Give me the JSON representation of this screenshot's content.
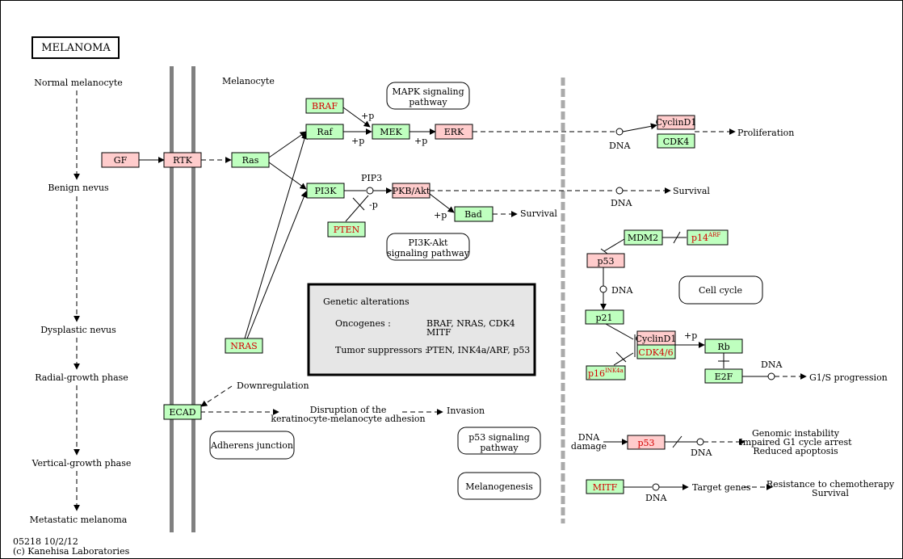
{
  "title": "MELANOMA",
  "footer": {
    "line1": "05218 10/2/12",
    "line2": "(c) Kanehisa Laboratories"
  },
  "stages": [
    "Normal melanocyte",
    "Benign nevus",
    "Dysplastic nevus",
    "Radial-growth phase",
    "Vertical-growth phase",
    "Metastatic melanoma"
  ],
  "compartment": "Melanocyte",
  "pathways": {
    "mapk": [
      "MAPK signaling",
      "pathway"
    ],
    "pi3k": [
      "PI3K-Akt",
      "signaling pathway"
    ],
    "cellcycle": "Cell cycle",
    "adherens": "Adherens junction",
    "p53": [
      "p53 signaling",
      "pathway"
    ],
    "melanogenesis": "Melanogenesis"
  },
  "nodes": {
    "GF": "GF",
    "RTK": "RTK",
    "Ras": "Ras",
    "BRAF": "BRAF",
    "Raf": "Raf",
    "MEK": "MEK",
    "ERK": "ERK",
    "PI3K": "PI3K",
    "PKB": "PKB/Akt",
    "PTEN": "PTEN",
    "Bad": "Bad",
    "NRAS": "NRAS",
    "ECAD": "ECAD",
    "CyclinD1a": "CyclinD1",
    "CDK4": "CDK4",
    "MDM2": "MDM2",
    "p14": "p14",
    "p14sup": "ARF",
    "p53a": "p53",
    "p21": "p21",
    "CyclinD1b": "CyclinD1",
    "CDK46": "CDK4/6",
    "p16": "p16",
    "p16sup": "INK4a",
    "Rb": "Rb",
    "E2F": "E2F",
    "p53b": "p53",
    "MITF": "MITF"
  },
  "labels": {
    "pip3": "PIP3",
    "plus_p": "+p",
    "minus_p": "-p",
    "dna": "DNA",
    "proliferation": "Proliferation",
    "survival": "Survival",
    "downregulation": "Downregulation",
    "disruption": [
      "Disruption of the",
      "keratinocyte-melanocyte adhesion"
    ],
    "invasion": "Invasion",
    "g1s": "G1/S progression",
    "dna_damage": [
      "DNA",
      "damage"
    ],
    "genomic": [
      "Genomic instability",
      "Impaired G1 cycle arrest",
      "Reduced apoptosis"
    ],
    "target_genes": "Target genes",
    "resistance": [
      "Resistance to chemotherapy",
      "Survival"
    ]
  },
  "legend": {
    "title": "Genetic alterations",
    "oncogenes_label": "Oncogenes :",
    "oncogenes_value": [
      "BRAF, NRAS, CDK4",
      "MITF"
    ],
    "suppressors_label": "Tumor suppressors :",
    "suppressors_value": "PTEN, INK4a/ARF, p53"
  },
  "colors": {
    "gene_green": "#bfffbf",
    "gene_pink": "#ffcccc",
    "altered_text": "#d40000",
    "membrane": "#808080",
    "legend_fill": "#e6e6e6"
  }
}
